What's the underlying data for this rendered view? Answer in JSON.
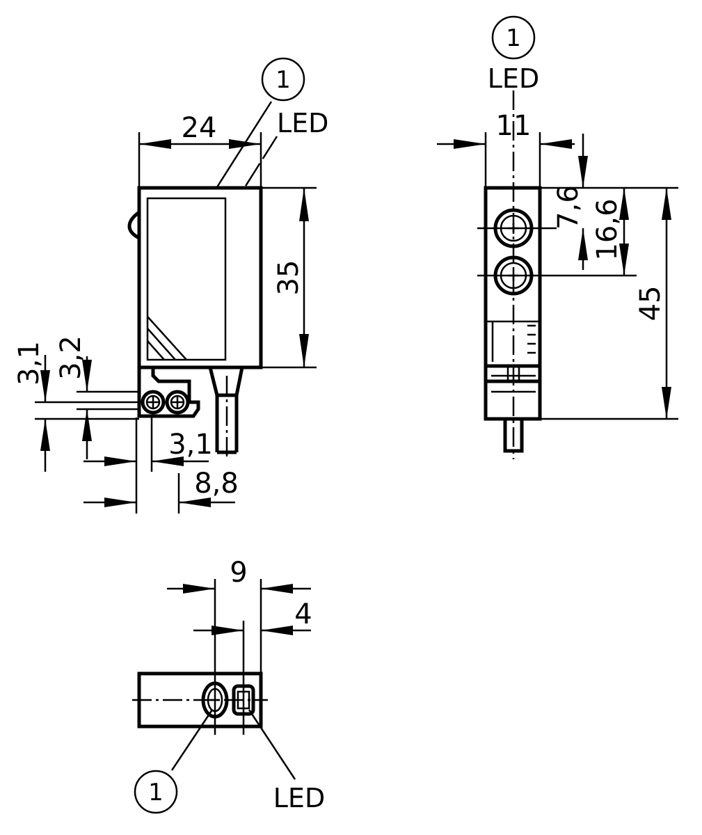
{
  "callout_number": "1",
  "led_label": "LED",
  "front_view": {
    "width": "24",
    "height": "35",
    "hole_offset_vertical": "3,1",
    "hole_offset_vertical_2": "3,2",
    "hole_offset_horizontal": "3,1",
    "hole_spacing": "8,8"
  },
  "side_view": {
    "width": "11",
    "hole_1_position": "7,6",
    "hole_2_position": "16,6",
    "total_height": "45"
  },
  "bottom_view": {
    "optic_spacing": "9",
    "led_offset": "4"
  },
  "colors": {
    "ink": "#000000",
    "background": "#ffffff"
  }
}
